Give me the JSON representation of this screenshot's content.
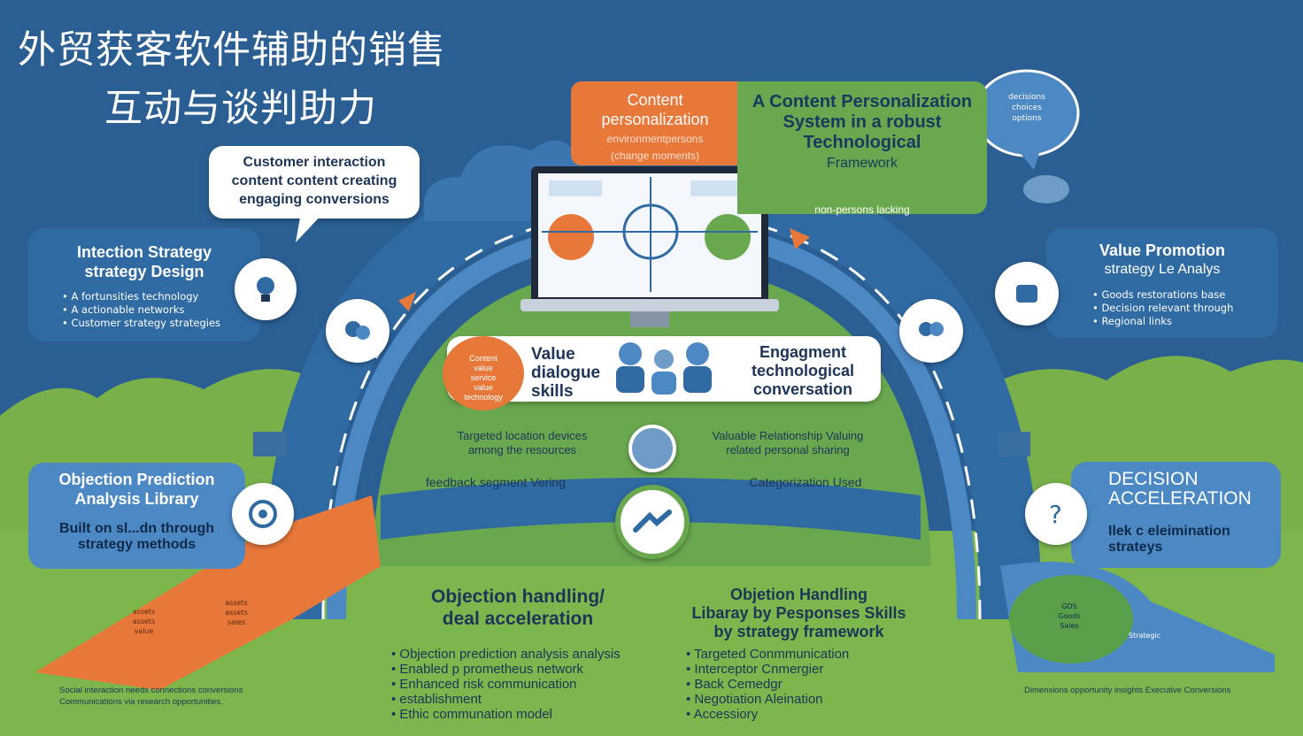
{
  "title": {
    "line1": "外贸获客软件辅助的销售",
    "line2": "互动与谈判助力"
  },
  "speech_bubble": {
    "line1": "Customer interaction",
    "line2": "content content creating",
    "line3": "engaging conversions"
  },
  "top_center": {
    "orange_title1": "Content",
    "orange_title2": "personalization",
    "orange_sub1": "environmentpersons",
    "orange_sub2": "(change moments)",
    "green_title1": "A Content Personalization",
    "green_title2": "System in a robust",
    "green_title3": "Technological",
    "green_title4": "Framework",
    "green_sub": "non-persons lacking"
  },
  "cloud_bubble": {
    "line1": "decisions",
    "line2": "choices",
    "line3": "options"
  },
  "left_panel": {
    "title1": "Intection Strategy",
    "title2": "strategy Design",
    "bullets": [
      "A fortunsities technology",
      "A actionable networks",
      "Customer strategy strategies"
    ]
  },
  "right_panel": {
    "title1": "Value Promotion",
    "title2": "strategy Le Analys",
    "bullets": [
      "Goods restorations base",
      "Decision relevant through",
      "Regional links"
    ]
  },
  "center_card": {
    "orange_bubble": [
      "Content",
      "value",
      "service",
      "value",
      "technology"
    ],
    "value1": "Value",
    "value2": "dialogue",
    "value3": "skills",
    "engage1": "Engagment",
    "engage2": "technological",
    "engage3": "conversation"
  },
  "mid_labels": {
    "left_top1": "Targeted location devices",
    "left_top2": "among the resources",
    "right_top1": "Valuable Relationship Valuing",
    "right_top2": "related personal sharing",
    "left_low": "feedback segment Vering",
    "right_low": "Categorization Used"
  },
  "objection_left": {
    "title1": "Objection Prediction",
    "title2": "Analysis Library",
    "sub1": "Built on sl...dn through",
    "sub2": "strategy methods"
  },
  "decision_right": {
    "title1": "DECISION",
    "title2": "ACCELERATION",
    "sub1": "Ilek c eleimination",
    "sub2": "strateys"
  },
  "bottom_left": {
    "head1": "Objection handling/",
    "head2": "deal acceleration",
    "items": [
      "Objection prediction analysis analysis",
      "Enabled p prometheus network",
      "Enhanced risk communication",
      "establishment",
      "Ethic communation model"
    ]
  },
  "bottom_right": {
    "head1": "Objetion Handling",
    "head2": "Libaray by Pesponses Skills",
    "head3": "by strategy framework",
    "items": [
      "Targeted Conmmunication",
      "Interceptor Cnmergier",
      "Back Cemedgr",
      "Negotiation Aleination",
      "Accessiory"
    ]
  },
  "orange_path_text": [
    "assets",
    "assets",
    "value",
    "assets",
    "assets",
    "sales"
  ],
  "green_path_text": [
    "GDS",
    "Goods",
    "Sales",
    "Strategic"
  ],
  "footer_left": {
    "line1": "Social interaction needs connections conversions",
    "line2": "Communications via research opportunities."
  },
  "footer_right": "Dimensions opportunity insights Executive Conversions",
  "colors": {
    "background": "#2b5f93",
    "green": "#6aa84f",
    "orange": "#e8773a",
    "panel_blue": "#2f6aa3",
    "light_blue": "#4b88c4",
    "navy": "#1d3557"
  }
}
